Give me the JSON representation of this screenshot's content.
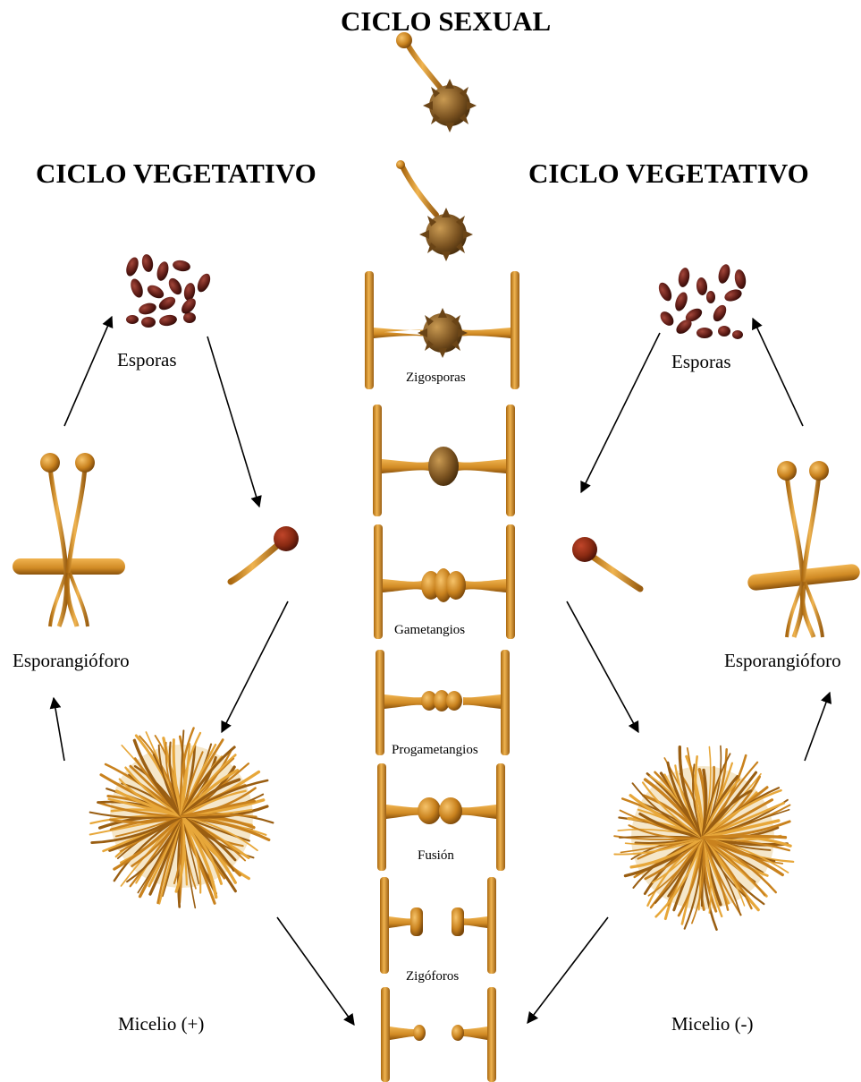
{
  "titles": {
    "sexual": "CICLO  SEXUAL",
    "vegetative_left": "CICLO VEGETATIVO",
    "vegetative_right": "CICLO VEGETATIVO"
  },
  "labels": {
    "esporas_left": "Esporas",
    "esporas_right": "Esporas",
    "esporangioforo_left": "Esporangióforo",
    "esporangioforo_right": "Esporangióforo",
    "micelio_plus": "Micelio (+)",
    "micelio_minus": "Micelio (-)",
    "zigosporas": "Zigosporas",
    "gametangios": "Gametangios",
    "progametangios": "Progametangios",
    "fusion": "Fusión",
    "zigoforos": "Zigóforos"
  },
  "colors": {
    "hypha": "#d8952b",
    "hypha_dark": "#9a5e12",
    "spore": "#5e1c16",
    "sporangium": "#8a2a12",
    "zygospore": "#7a5220",
    "arrow": "#000000"
  }
}
